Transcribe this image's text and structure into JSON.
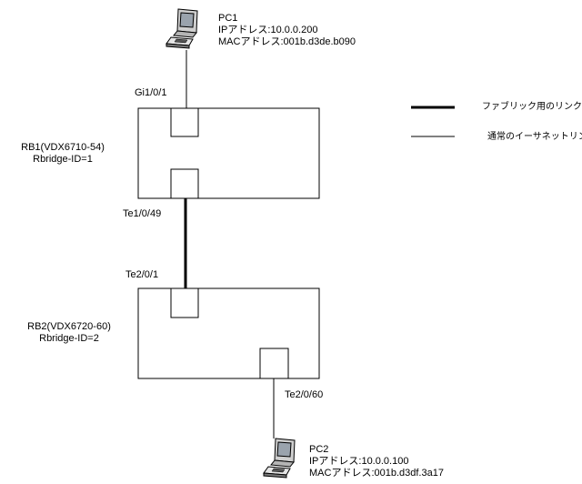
{
  "pc1": {
    "name": "PC1",
    "ip": "IPアドレス:10.0.0.200",
    "mac": "MACアドレス:001b.d3de.b090"
  },
  "pc2": {
    "name": "PC2",
    "ip": "IPアドレス:10.0.0.100",
    "mac": "MACアドレス:001b.d3df.3a17"
  },
  "rb1": {
    "model": "RB1(VDX6710-54)",
    "rbridge_id": "Rbridge-ID=1"
  },
  "rb2": {
    "model": "RB2(VDX6720-60)",
    "rbridge_id": "Rbridge-ID=2"
  },
  "ports": {
    "rb1_gi": "Gi1/0/1",
    "rb1_te": "Te1/0/49",
    "rb2_te_top": "Te2/0/1",
    "rb2_te_bottom": "Te2/0/60"
  },
  "legend": {
    "fabric_link": "ファブリック用のリンク",
    "ethernet_link": "通常のイーサネットリンク"
  },
  "colors": {
    "line": "#000000",
    "background": "#ffffff"
  }
}
